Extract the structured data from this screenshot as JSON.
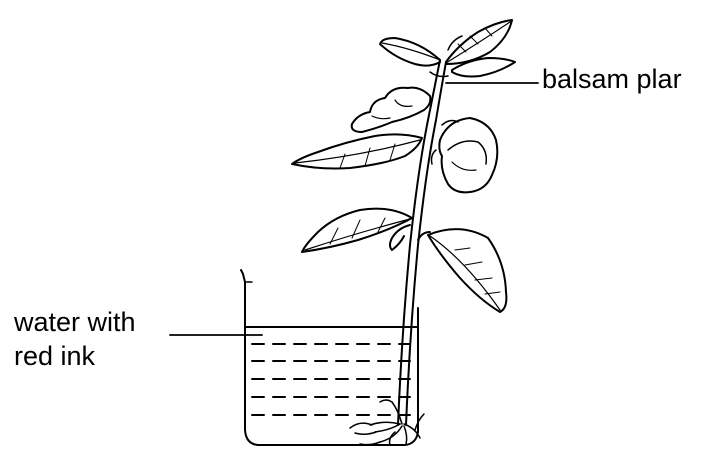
{
  "labels": {
    "plant": "balsam plar",
    "water_line1": "water with",
    "water_line2": "red ink"
  }
}
